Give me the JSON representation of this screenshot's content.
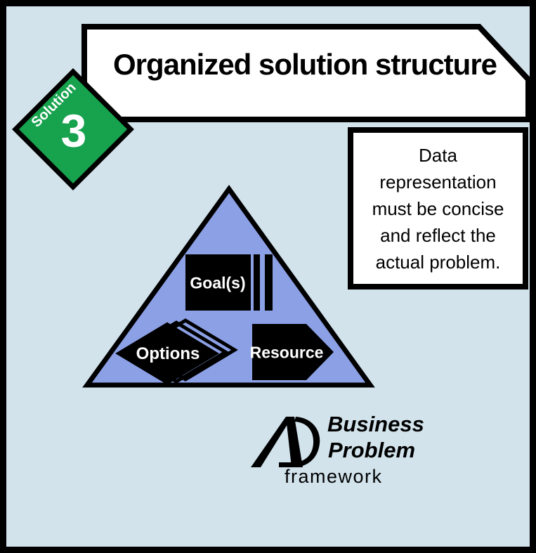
{
  "slide": {
    "title": "Organized solution structure",
    "badge": {
      "label": "Solution",
      "number": "3"
    },
    "note": "Data\nrepresentation\nmust be concise\nand reflect the\nactual problem.",
    "pyramid": {
      "goal": "Goal(s)",
      "options": "Options",
      "resource": "Resource"
    },
    "logo": {
      "monogram": "AD-monogram",
      "business": "Business",
      "problem": "Problem",
      "framework": "framework"
    },
    "colors": {
      "background": "#D2E3EC",
      "green": "#17A24E",
      "blue": "#8CA0E6",
      "black": "#000000",
      "white": "#FFFFFF"
    }
  }
}
